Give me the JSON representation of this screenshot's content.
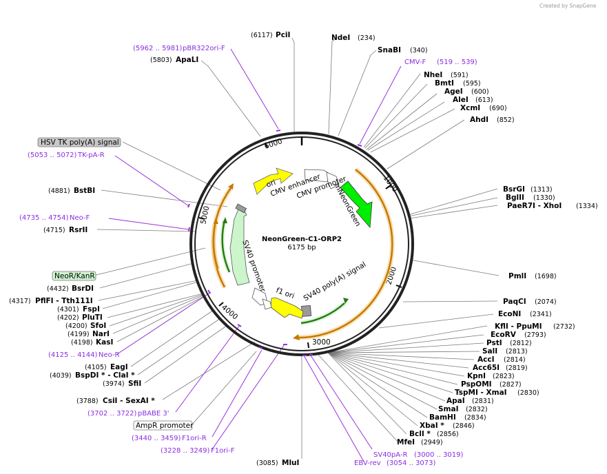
{
  "attribution": "Created by SnapGene",
  "plasmid": {
    "name": "NeonGreen-C1-ORP2",
    "size": "6175 bp"
  },
  "map_features": [
    {
      "label": "ori",
      "color": "#ffff00"
    },
    {
      "label": "CMV enhancer",
      "color": "#ffffff"
    },
    {
      "label": "CMV promoter",
      "color": "#ffffff"
    },
    {
      "label": "mNeonGreen",
      "color": "#00ee00"
    },
    {
      "label": "SV40 poly(A) signal",
      "color": "#ffffff"
    },
    {
      "label": "f1 ori",
      "color": "#ffffff"
    },
    {
      "label": "SV40 promoter",
      "color": "#ffffff"
    }
  ],
  "ticks": [
    "1000",
    "2000",
    "3000",
    "4000",
    "5000",
    "6000"
  ],
  "boxed_features": [
    {
      "label": "HSV TK poly(A) signal",
      "color": "#c8c8c8"
    },
    {
      "label": "NeoR/KanR",
      "color": "#cff5cf"
    },
    {
      "label": "AmpR promoter",
      "color": "#ffffff"
    }
  ],
  "enzymes": [
    {
      "name": "PciI",
      "pos": "(6117)"
    },
    {
      "name": "NdeI",
      "pos": "(234)"
    },
    {
      "name": "SnaBI",
      "pos": "(340)"
    },
    {
      "name": "NheI",
      "pos": "(591)"
    },
    {
      "name": "BmtI",
      "pos": "(595)"
    },
    {
      "name": "AgeI",
      "pos": "(600)"
    },
    {
      "name": "AleI",
      "pos": "(613)"
    },
    {
      "name": "XcmI",
      "pos": "(690)"
    },
    {
      "name": "AhdI",
      "pos": "(852)"
    },
    {
      "name": "BsrGI",
      "pos": "(1313)"
    },
    {
      "name": "BglII",
      "pos": "(1330)"
    },
    {
      "name": "PaeR7I  - XhoI",
      "pos": "(1334)"
    },
    {
      "name": "PmlI",
      "pos": "(1698)"
    },
    {
      "name": "PaqCI",
      "pos": "(2074)"
    },
    {
      "name": "EcoNI",
      "pos": "(2341)"
    },
    {
      "name": "KflI  - PpuMI",
      "pos": "(2732)"
    },
    {
      "name": "EcoRV",
      "pos": "(2793)"
    },
    {
      "name": "PstI",
      "pos": "(2812)"
    },
    {
      "name": "SalI",
      "pos": "(2813)"
    },
    {
      "name": "AccI",
      "pos": "(2814)"
    },
    {
      "name": "Acc65I",
      "pos": "(2819)"
    },
    {
      "name": "KpnI",
      "pos": "(2823)"
    },
    {
      "name": "PspOMI",
      "pos": "(2827)"
    },
    {
      "name": "TspMI  - XmaI",
      "pos": "(2830)"
    },
    {
      "name": "ApaI",
      "pos": "(2831)"
    },
    {
      "name": "SmaI",
      "pos": "(2832)"
    },
    {
      "name": "BamHI",
      "pos": "(2834)"
    },
    {
      "name": "XbaI *",
      "pos": "(2846)"
    },
    {
      "name": "BclI *",
      "pos": "(2856)"
    },
    {
      "name": "MfeI",
      "pos": "(2949)"
    },
    {
      "name": "MluI",
      "pos": "(3085)"
    },
    {
      "name": "ApaLI",
      "pos": "(5803)"
    },
    {
      "name": "BstBI",
      "pos": "(4881)"
    },
    {
      "name": "RsrII",
      "pos": "(4715)"
    },
    {
      "name": "BsrDI",
      "pos": "(4432)"
    },
    {
      "name": "PflFI  - Tth111I",
      "pos": "(4317)"
    },
    {
      "name": "FspI",
      "pos": "(4301)"
    },
    {
      "name": "PluTI",
      "pos": "(4202)"
    },
    {
      "name": "SfoI",
      "pos": "(4200)"
    },
    {
      "name": "NarI",
      "pos": "(4199)"
    },
    {
      "name": "KasI",
      "pos": "(4198)"
    },
    {
      "name": "EagI",
      "pos": "(4105)"
    },
    {
      "name": "BspDI *  - ClaI *",
      "pos": "(4039)"
    },
    {
      "name": "SfiI",
      "pos": "(3974)"
    },
    {
      "name": "CsiI  - SexAI *",
      "pos": "(3788)"
    }
  ],
  "primers": [
    {
      "name": "pBR322ori-F",
      "range": "(5962 .. 5981)"
    },
    {
      "name": "CMV-F",
      "range": "(519 .. 539)"
    },
    {
      "name": "TK-pA-R",
      "range": "(5053 .. 5072)"
    },
    {
      "name": "Neo-F",
      "range": "(4735 .. 4754)"
    },
    {
      "name": "Neo-R",
      "range": "(4125 .. 4144)"
    },
    {
      "name": "pBABE 3'",
      "range": "(3702 .. 3722)"
    },
    {
      "name": "F1ori-R",
      "range": "(3440 .. 3459)"
    },
    {
      "name": "F1ori-F",
      "range": "(3228 .. 3249)"
    },
    {
      "name": "SV40pA-R",
      "range": "(3000 .. 3019)"
    },
    {
      "name": "EBV-rev",
      "range": "(3054 .. 3073)"
    }
  ]
}
